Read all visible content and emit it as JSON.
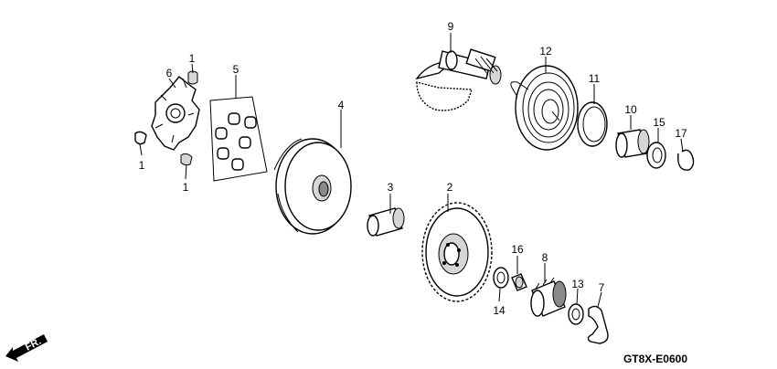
{
  "diagram": {
    "diagram_code": "GT8X-E0600",
    "direction_label": "FR.",
    "callouts": [
      {
        "id": "c1a",
        "label": "1"
      },
      {
        "id": "c1b",
        "label": "1"
      },
      {
        "id": "c1c",
        "label": "1"
      },
      {
        "id": "c2",
        "label": "2"
      },
      {
        "id": "c3",
        "label": "3"
      },
      {
        "id": "c4",
        "label": "4"
      },
      {
        "id": "c5",
        "label": "5"
      },
      {
        "id": "c6",
        "label": "6"
      },
      {
        "id": "c7",
        "label": "7"
      },
      {
        "id": "c8",
        "label": "8"
      },
      {
        "id": "c9",
        "label": "9"
      },
      {
        "id": "c10",
        "label": "10"
      },
      {
        "id": "c11",
        "label": "11"
      },
      {
        "id": "c12",
        "label": "12"
      },
      {
        "id": "c13",
        "label": "13"
      },
      {
        "id": "c14",
        "label": "14"
      },
      {
        "id": "c15",
        "label": "15"
      },
      {
        "id": "c16",
        "label": "16"
      },
      {
        "id": "c17",
        "label": "17"
      }
    ]
  }
}
